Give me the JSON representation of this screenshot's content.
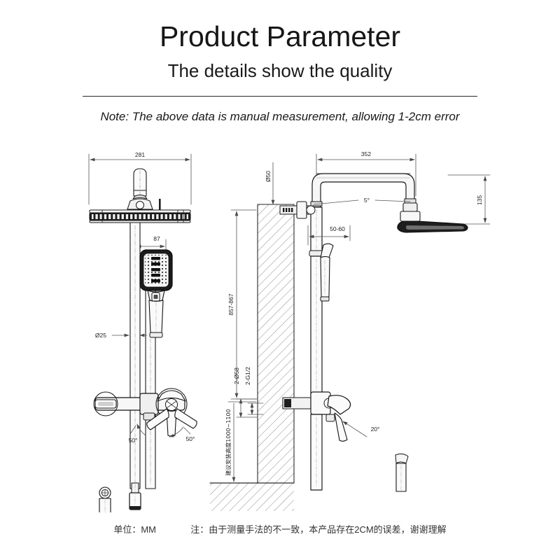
{
  "header": {
    "title": "Product Parameter",
    "subtitle": "The details show the quality",
    "note": "Note: The above data is manual measurement, allowing 1-2cm error"
  },
  "footer": {
    "unit_label": "单位：MM",
    "remark": "注：由于测量手法的不一致，本产品存在2CM的误差，谢谢理解"
  },
  "drawings": {
    "front_view": {
      "name": "front-elevation-shower-set",
      "dimensions": {
        "overhead_width": "281",
        "handshower_offset": "87",
        "rail_diameter": "Ø25",
        "left_swivel_angle": "50°",
        "right_swivel_angle": "50°"
      }
    },
    "side_view": {
      "name": "side-section-shower-set",
      "dimensions": {
        "arm_reach": "352",
        "head_drop": "135",
        "arm_tilt_angle": "5°",
        "wall_clearance": "50-60",
        "inlet_diameter": "Ø50",
        "total_height": "857-867",
        "fixing_holes": "2-Ø58",
        "thread_spec": "2-G1/2",
        "install_height_note": "建议安装高度1000~1100",
        "handle_angle": "20°"
      }
    }
  },
  "colors": {
    "line": "#1a1a1a",
    "dimension_line": "#555555",
    "hatch": "#8a8a8a",
    "metal_fill": "#f2f2f2",
    "dark_fill": "#1e1e1e",
    "background": "#ffffff"
  }
}
